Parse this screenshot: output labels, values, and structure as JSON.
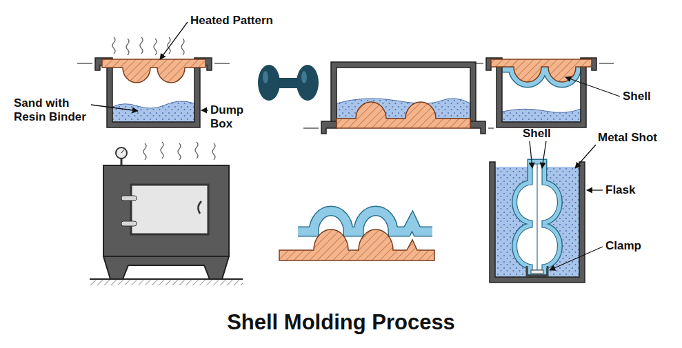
{
  "diagram": {
    "title": "Shell Molding Process",
    "labels": [
      "Heated Pattern",
      "Sand with Resin Binder",
      "Dump Box",
      "Shell",
      "Shell",
      "Metal Shot",
      "Flask",
      "Clamp"
    ]
  }
}
